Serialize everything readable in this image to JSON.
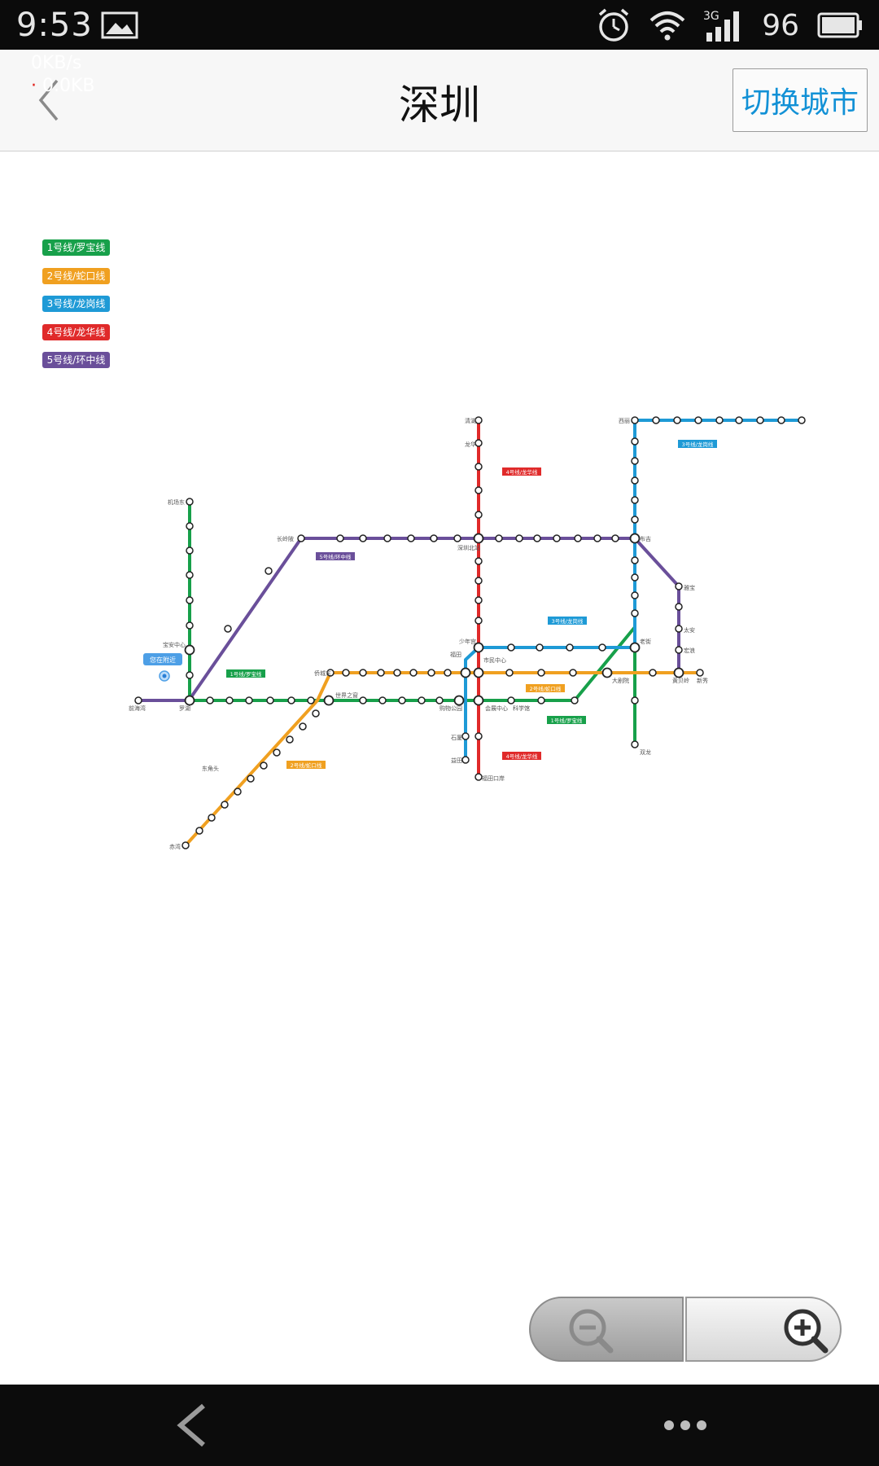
{
  "status_bar": {
    "time": "9:53",
    "network": "3G",
    "battery": "96",
    "net_speed": "0KB/s",
    "net_speed_2": "0.0KB",
    "icons": [
      "image-icon",
      "alarm-icon",
      "wifi-icon",
      "signal-icon",
      "battery-icon"
    ]
  },
  "header": {
    "title": "深圳",
    "switch_city": "切换城市",
    "back_icon": "chevron-left-icon"
  },
  "legend": [
    {
      "label": "1号线/罗宝线",
      "color": "#17a04a"
    },
    {
      "label": "2号线/蛇口线",
      "color": "#f0a020"
    },
    {
      "label": "3号线/龙岗线",
      "color": "#1e9ad6"
    },
    {
      "label": "4号线/龙华线",
      "color": "#e02a2a"
    },
    {
      "label": "5号线/环中线",
      "color": "#6a4f9a"
    }
  ],
  "map": {
    "line_tags": {
      "l1a": "1号线/罗宝线",
      "l1b": "1号线/罗宝线",
      "l2a": "2号线/蛇口线",
      "l2b": "2号线/蛇口线",
      "l3a": "3号线/龙岗线",
      "l3b": "3号线/龙岗线",
      "l4a": "4号线/龙华线",
      "l4b": "4号线/龙华线",
      "l5": "5号线/环中线"
    },
    "location_bubble": "您在附近",
    "stations": {
      "qinghu": "清湖",
      "longhua": "龙华",
      "shenzhenbei": "深圳北站",
      "futian": "福田",
      "shiminzhongxin": "市民中心",
      "huizhanzhongxin": "会展中心",
      "gouwugongyuan": "购物公园",
      "shaoniangong": "少年宫",
      "laojie": "老街",
      "dajuyuan": "大剧院",
      "buji": "布吉",
      "huangbeiling": "黄贝岭",
      "xinxiu": "新秀",
      "shuanglong": "双龙",
      "shijiezhichuang": "世界之窗",
      "qianhaiwan": "前海湾",
      "baoanzhongxin": "宝安中心",
      "luobao": "罗湖",
      "chiwan": "赤湾",
      "jichangdong": "机场东",
      "futiankouan": "福田口岸",
      "kexueguan": "科学馆",
      "qiaochengdong": "侨城东",
      "dongjiaotou": "东角头",
      "xili": "西丽",
      "changlingpi": "长岭陂",
      "yijing": "益田",
      "yitian": "石厦",
      "taian": "太安",
      "yabao": "雅宝",
      "honglang": "宏浪"
    }
  },
  "zoom": {
    "zoom_out_icon": "zoom-out-icon",
    "zoom_in_icon": "zoom-in-icon"
  },
  "nav_bar": {
    "back_icon": "chevron-left-icon",
    "more_icon": "more-dots-icon"
  }
}
